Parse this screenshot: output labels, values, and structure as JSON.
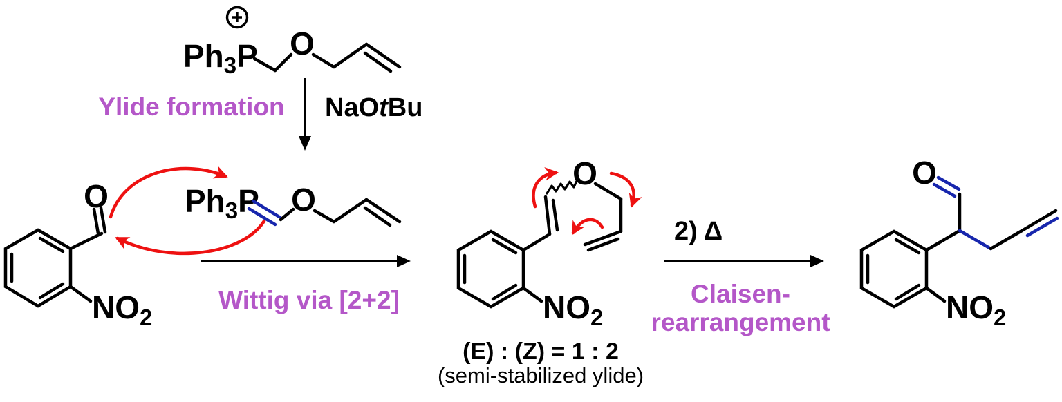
{
  "colors": {
    "purple": "#b457c8",
    "red": "#ee1111",
    "blue": "#1726ad",
    "black": "#000000"
  },
  "labels": {
    "ylide_formation": "Ylide formation",
    "base_pre": "NaO",
    "base_t": "t",
    "base_post": "Bu",
    "wittig": "Wittig via [2+2]",
    "condition2": "2) Δ",
    "claisen_line1": "Claisen-",
    "claisen_line2": "rearrangement",
    "ez_ratio": "(E) : (Z) = 1 : 2",
    "ylide_note": "(semi-stabilized ylide)"
  },
  "structures": {
    "phosphonium_salt": {
      "charge": "+",
      "p_group_pre": "Ph",
      "p_group_sub": "3",
      "p_group_post": "P",
      "ether_o": "O"
    },
    "benzaldehyde": {
      "carbonyl_o": "O",
      "nitro_pre": "NO",
      "nitro_sub": "2"
    },
    "ylide": {
      "p_group_pre": "Ph",
      "p_group_sub": "3",
      "p_group_post": "P",
      "ether_o": "O"
    },
    "allyl_vinyl_ether": {
      "ether_o": "O",
      "nitro_pre": "NO",
      "nitro_sub": "2"
    },
    "pentenal_product": {
      "carbonyl_o": "O",
      "nitro_pre": "NO",
      "nitro_sub": "2"
    }
  }
}
